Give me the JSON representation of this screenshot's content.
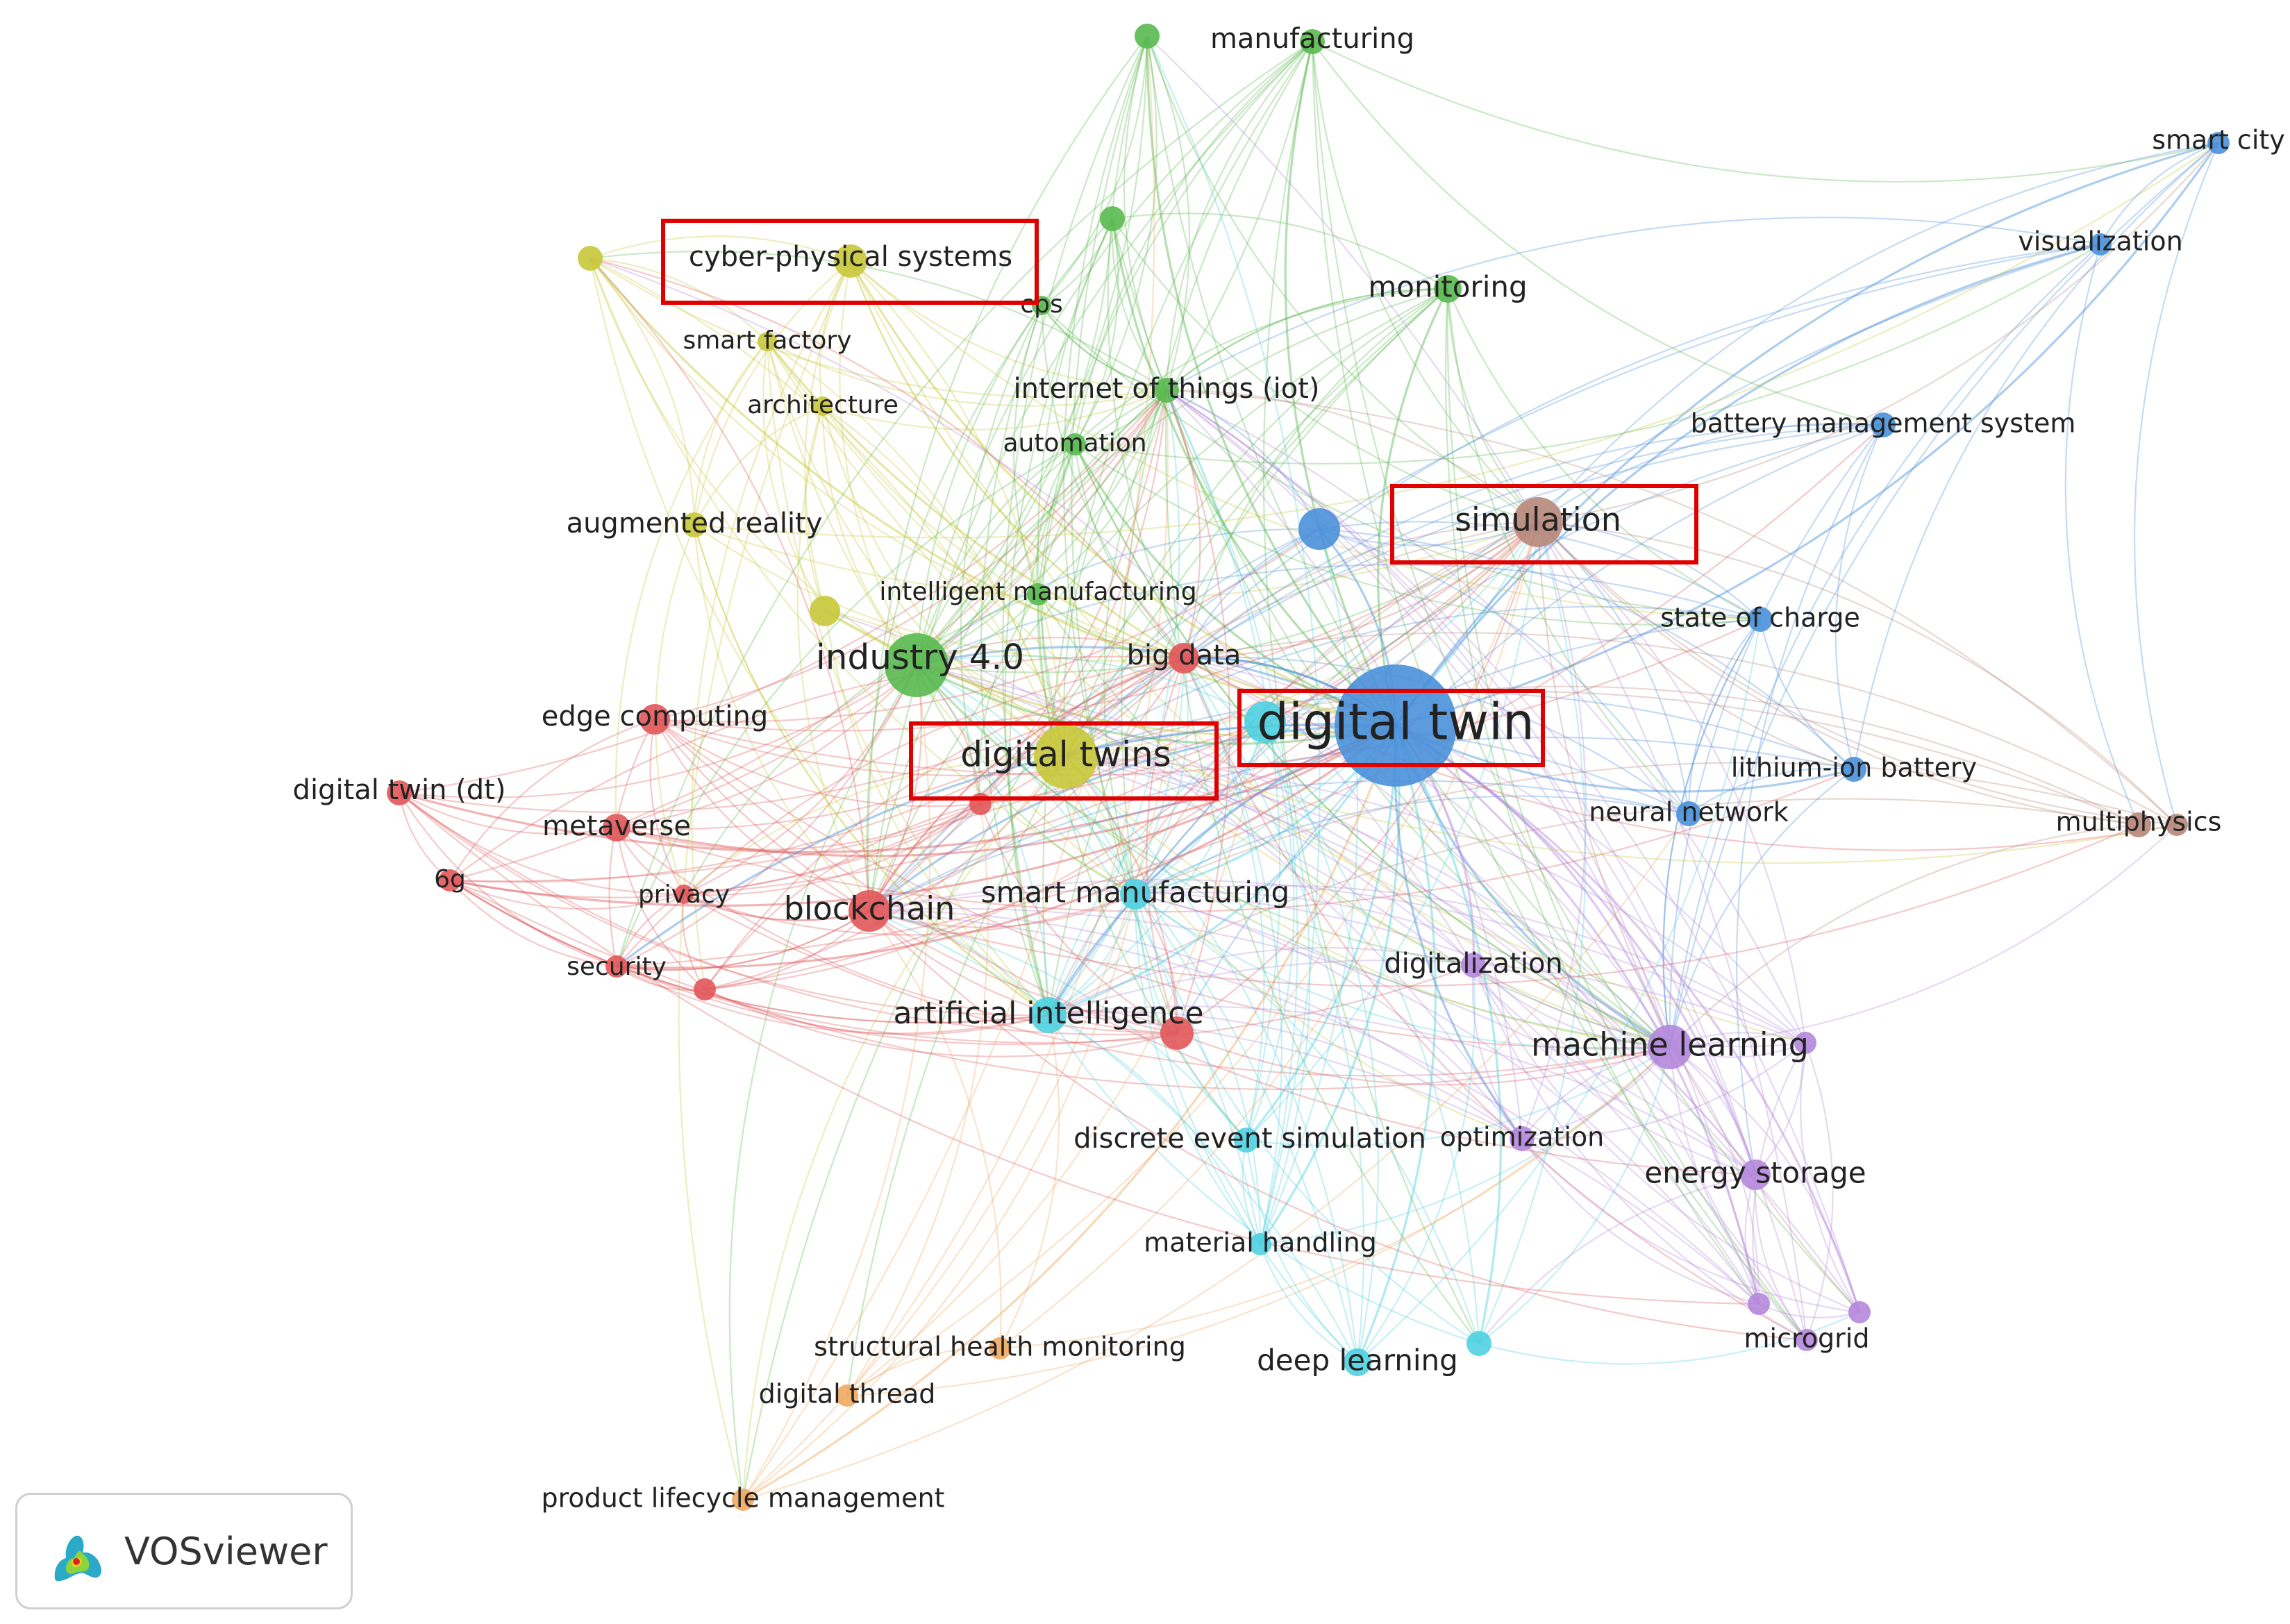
{
  "app": {
    "brand": "VOSviewer"
  },
  "colors": {
    "red": "#e15759",
    "green": "#59b94f",
    "blue": "#4a90d9",
    "yellow": "#c8c83a",
    "purple": "#b487db",
    "cyan": "#4fd0e0",
    "orange": "#f0a860",
    "brown": "#b7877a",
    "highlight": "#e00000"
  },
  "nodes": [
    {
      "id": "digital twin",
      "label": "digital twin",
      "cluster": "blue"
    },
    {
      "id": "industry 4.0",
      "label": "industry 4.0",
      "cluster": "green"
    },
    {
      "id": "digital twins",
      "label": "digital twins",
      "cluster": "yellow"
    },
    {
      "id": "simulation",
      "label": "simulation",
      "cluster": "brown"
    },
    {
      "id": "cyber-physical systems",
      "label": "cyber-physical systems",
      "cluster": "yellow"
    },
    {
      "id": "manufacturing",
      "label": "manufacturing",
      "cluster": "green"
    },
    {
      "id": "monitoring",
      "label": "monitoring",
      "cluster": "green"
    },
    {
      "id": "cps",
      "label": "cps",
      "cluster": "green"
    },
    {
      "id": "internet of things (iot)",
      "label": "internet of things (iot)",
      "cluster": "green"
    },
    {
      "id": "automation",
      "label": "automation",
      "cluster": "green"
    },
    {
      "id": "intelligent manufacturing",
      "label": "intelligent manufacturing",
      "cluster": "green"
    },
    {
      "id": "smart factory",
      "label": "smart factory",
      "cluster": "yellow"
    },
    {
      "id": "architecture",
      "label": "architecture",
      "cluster": "yellow"
    },
    {
      "id": "augmented reality",
      "label": "augmented reality",
      "cluster": "yellow"
    },
    {
      "id": "big data",
      "label": "big data",
      "cluster": "red"
    },
    {
      "id": "edge computing",
      "label": "edge computing",
      "cluster": "red"
    },
    {
      "id": "digital twin (dt)",
      "label": "digital twin (dt)",
      "cluster": "red"
    },
    {
      "id": "metaverse",
      "label": "metaverse",
      "cluster": "red"
    },
    {
      "id": "6g",
      "label": "6g",
      "cluster": "red"
    },
    {
      "id": "privacy",
      "label": "privacy",
      "cluster": "red"
    },
    {
      "id": "security",
      "label": "security",
      "cluster": "red"
    },
    {
      "id": "blockchain",
      "label": "blockchain",
      "cluster": "red"
    },
    {
      "id": "smart manufacturing",
      "label": "smart manufacturing",
      "cluster": "cyan"
    },
    {
      "id": "artificial intelligence",
      "label": "artificial intelligence",
      "cluster": "cyan"
    },
    {
      "id": "discrete event simulation",
      "label": "discrete event simulation",
      "cluster": "cyan"
    },
    {
      "id": "material handling",
      "label": "material handling",
      "cluster": "cyan"
    },
    {
      "id": "deep learning",
      "label": "deep learning",
      "cluster": "cyan"
    },
    {
      "id": "structural health monitoring",
      "label": "structural health monitoring",
      "cluster": "orange"
    },
    {
      "id": "digital thread",
      "label": "digital thread",
      "cluster": "orange"
    },
    {
      "id": "product lifecycle management",
      "label": "product lifecycle management",
      "cluster": "orange"
    },
    {
      "id": "smart city",
      "label": "smart city",
      "cluster": "blue"
    },
    {
      "id": "visualization",
      "label": "visualization",
      "cluster": "blue"
    },
    {
      "id": "battery management system",
      "label": "battery management system",
      "cluster": "blue"
    },
    {
      "id": "state of charge",
      "label": "state of charge",
      "cluster": "blue"
    },
    {
      "id": "lithium-ion battery",
      "label": "lithium-ion battery",
      "cluster": "blue"
    },
    {
      "id": "neural network",
      "label": "neural network",
      "cluster": "blue"
    },
    {
      "id": "multiphysics",
      "label": "multiphysics",
      "cluster": "brown"
    },
    {
      "id": "digitalization",
      "label": "digitalization",
      "cluster": "purple"
    },
    {
      "id": "machine learning",
      "label": "machine learning",
      "cluster": "purple"
    },
    {
      "id": "optimization",
      "label": "optimization",
      "cluster": "purple"
    },
    {
      "id": "energy storage",
      "label": "energy storage",
      "cluster": "purple"
    },
    {
      "id": "microgrid",
      "label": "microgrid",
      "cluster": "purple"
    },
    {
      "id": "u-green-1",
      "label": "",
      "cluster": "green"
    },
    {
      "id": "u-green-2",
      "label": "",
      "cluster": "green"
    },
    {
      "id": "u-blue-1",
      "label": "",
      "cluster": "blue"
    },
    {
      "id": "u-yellow-1",
      "label": "",
      "cluster": "yellow"
    },
    {
      "id": "u-yellow-2",
      "label": "",
      "cluster": "yellow"
    },
    {
      "id": "u-red-1",
      "label": "",
      "cluster": "red"
    },
    {
      "id": "u-red-2",
      "label": "",
      "cluster": "red"
    },
    {
      "id": "u-red-3",
      "label": "",
      "cluster": "red"
    },
    {
      "id": "u-cyan-1",
      "label": "",
      "cluster": "cyan"
    },
    {
      "id": "u-cyan-2",
      "label": "",
      "cluster": "cyan"
    },
    {
      "id": "u-purple-1",
      "label": "",
      "cluster": "purple"
    },
    {
      "id": "u-purple-2",
      "label": "",
      "cluster": "purple"
    },
    {
      "id": "u-purple-3",
      "label": "",
      "cluster": "purple"
    },
    {
      "id": "u-brown-1",
      "label": "",
      "cluster": "brown"
    }
  ],
  "highlighted": [
    "cyber-physical systems",
    "simulation",
    "digital twin",
    "digital twins"
  ]
}
